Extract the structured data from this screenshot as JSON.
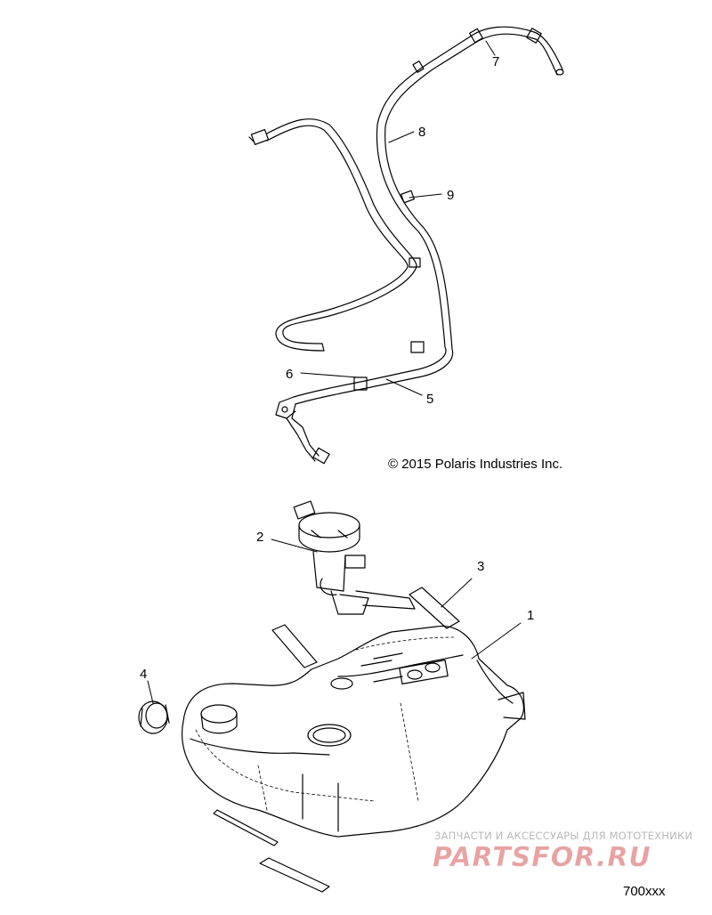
{
  "callouts": {
    "c1": "1",
    "c2": "2",
    "c3": "3",
    "c4": "4",
    "c5": "5",
    "c6": "6",
    "c7": "7",
    "c8": "8",
    "c9": "9"
  },
  "copyright": "© 2015 Polaris Industries Inc.",
  "footer_code": "700xxx",
  "watermark": {
    "tagline": "ЗАПЧАСТИ И АКСЕССУАРЫ ДЛЯ МОТОТЕХНИКИ",
    "logo": "PARTSFOR.RU"
  },
  "colors": {
    "line": "#000000",
    "watermark": "#d65656"
  }
}
